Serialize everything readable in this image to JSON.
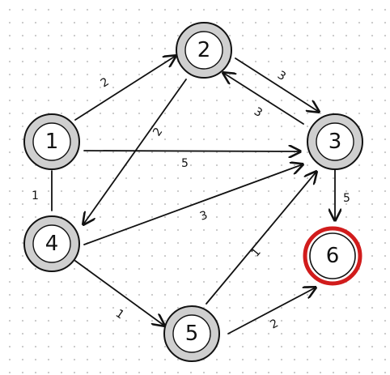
{
  "graph": {
    "nodes": [
      {
        "id": "1",
        "label": "1",
        "style": "gray"
      },
      {
        "id": "2",
        "label": "2",
        "style": "gray"
      },
      {
        "id": "3",
        "label": "3",
        "style": "gray"
      },
      {
        "id": "4",
        "label": "4",
        "style": "gray"
      },
      {
        "id": "5",
        "label": "5",
        "style": "gray"
      },
      {
        "id": "6",
        "label": "6",
        "style": "target"
      }
    ],
    "edges": [
      {
        "from": "1",
        "to": "2",
        "weight": "2",
        "directed": true
      },
      {
        "from": "1",
        "to": "3",
        "weight": "5",
        "directed": true
      },
      {
        "from": "1",
        "to": "4",
        "weight": "1",
        "directed": false
      },
      {
        "from": "2",
        "to": "3",
        "weight": "3",
        "directed": true
      },
      {
        "from": "3",
        "to": "2",
        "weight": "3",
        "directed": true
      },
      {
        "from": "2",
        "to": "4",
        "weight": "2",
        "directed": true
      },
      {
        "from": "3",
        "to": "6",
        "weight": "5",
        "directed": true
      },
      {
        "from": "4",
        "to": "3",
        "weight": "3",
        "directed": true
      },
      {
        "from": "4",
        "to": "5",
        "weight": "1",
        "directed": true
      },
      {
        "from": "5",
        "to": "3",
        "weight": "1",
        "directed": true
      },
      {
        "from": "5",
        "to": "6",
        "weight": "2",
        "directed": true
      }
    ]
  },
  "colors": {
    "node_fill_outer": "#cfcfcf",
    "node_fill_inner": "#ffffff",
    "node_stroke": "#111111",
    "target_ring": "#d11c1c",
    "edge": "#111111",
    "grid_dot": "#c9c9c9"
  }
}
